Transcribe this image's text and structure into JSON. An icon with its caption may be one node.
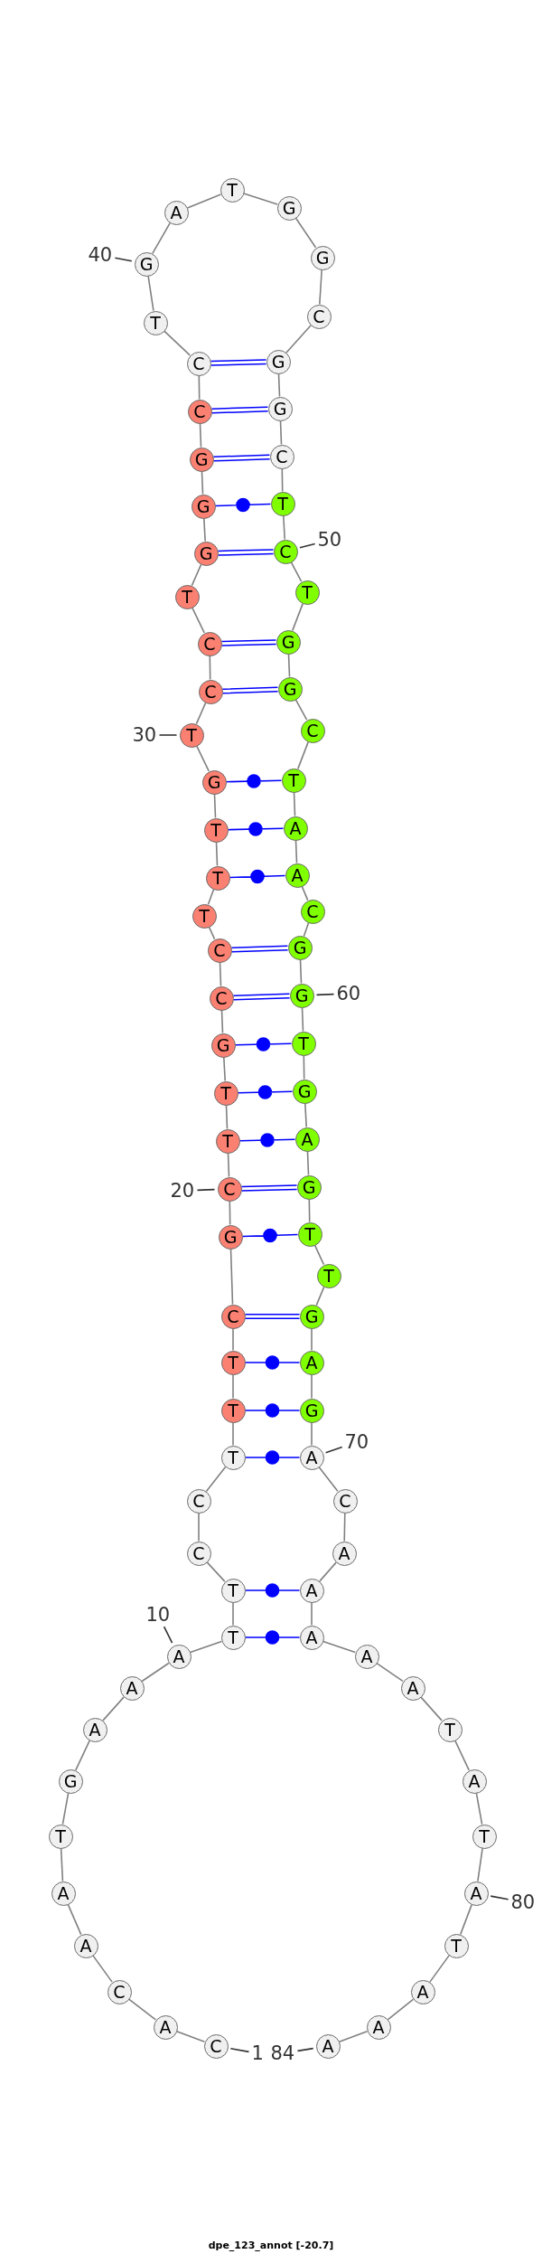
{
  "diagram": {
    "caption": "dpe_123_annot [-20.7]",
    "nodes": [
      {
        "text": [
          "C"
        ]
      },
      {
        "text": [
          "A"
        ]
      },
      {
        "text": [
          "C"
        ]
      },
      {
        "text": [
          "A"
        ]
      },
      {
        "text": [
          "A"
        ]
      },
      {
        "text": [
          "T"
        ]
      },
      {
        "text": [
          "G"
        ]
      },
      {
        "text": [
          "A"
        ]
      },
      {
        "text": [
          "A"
        ]
      },
      {
        "text": [
          "A"
        ]
      },
      {
        "text": [
          "T"
        ]
      },
      {
        "text": [
          "T"
        ]
      },
      {
        "text": [
          "C"
        ]
      },
      {
        "text": [
          "C"
        ]
      },
      {
        "text": [
          "T"
        ]
      },
      {
        "text": [
          "T"
        ]
      },
      {
        "text": [
          "T"
        ]
      },
      {
        "text": [
          "C"
        ]
      },
      {
        "text": [
          "G"
        ]
      },
      {
        "text": [
          "C"
        ]
      },
      {
        "text": [
          "T"
        ]
      },
      {
        "text": [
          "T"
        ]
      },
      {
        "text": [
          "G"
        ]
      },
      {
        "text": [
          "C"
        ]
      },
      {
        "text": [
          "C"
        ]
      },
      {
        "text": [
          "T"
        ]
      },
      {
        "text": [
          "T"
        ]
      },
      {
        "text": [
          "T"
        ]
      },
      {
        "text": [
          "G"
        ]
      },
      {
        "text": [
          "T"
        ]
      },
      {
        "text": [
          "C"
        ]
      },
      {
        "text": [
          "C"
        ]
      },
      {
        "text": [
          "T"
        ]
      },
      {
        "text": [
          "G"
        ]
      },
      {
        "text": [
          "G"
        ]
      },
      {
        "text": [
          "G"
        ]
      },
      {
        "text": [
          "C"
        ]
      },
      {
        "text": [
          "C"
        ]
      },
      {
        "text": [
          "T"
        ]
      },
      {
        "text": [
          "G"
        ]
      },
      {
        "text": [
          "A"
        ]
      },
      {
        "text": [
          "T"
        ]
      },
      {
        "text": [
          "G"
        ]
      },
      {
        "text": [
          "G"
        ]
      },
      {
        "text": [
          "C"
        ]
      },
      {
        "text": [
          "G"
        ]
      },
      {
        "text": [
          "G"
        ]
      },
      {
        "text": [
          "C"
        ]
      },
      {
        "text": [
          "T"
        ]
      },
      {
        "text": [
          "C"
        ]
      },
      {
        "text": [
          "T"
        ]
      },
      {
        "text": [
          "G"
        ]
      },
      {
        "text": [
          "G"
        ]
      },
      {
        "text": [
          "C"
        ]
      },
      {
        "text": [
          "T"
        ]
      },
      {
        "text": [
          "A"
        ]
      },
      {
        "text": [
          "A"
        ]
      },
      {
        "text": [
          "C"
        ]
      },
      {
        "text": [
          "G"
        ]
      },
      {
        "text": [
          "G"
        ]
      },
      {
        "text": [
          "T"
        ]
      },
      {
        "text": [
          "G"
        ]
      },
      {
        "text": [
          "A"
        ]
      },
      {
        "text": [
          "G"
        ]
      },
      {
        "text": [
          "T"
        ]
      },
      {
        "text": [
          "T"
        ]
      },
      {
        "text": [
          "G"
        ]
      },
      {
        "text": [
          "A"
        ]
      },
      {
        "text": [
          "G"
        ]
      },
      {
        "text": [
          "A"
        ]
      },
      {
        "text": [
          "C"
        ]
      },
      {
        "text": [
          "A"
        ]
      },
      {
        "text": [
          "A"
        ]
      },
      {
        "text": [
          "A"
        ]
      },
      {
        "text": [
          "A"
        ]
      },
      {
        "text": [
          "A"
        ]
      },
      {
        "text": [
          "T"
        ]
      },
      {
        "text": [
          "A"
        ]
      },
      {
        "text": [
          "T"
        ]
      },
      {
        "text": [
          "A"
        ]
      },
      {
        "text": [
          "T"
        ]
      },
      {
        "text": [
          "A"
        ]
      },
      {
        "text": [
          "A"
        ]
      },
      {
        "text": [
          "A"
        ]
      },
      {
        "text": [
          "1"
        ]
      },
      {
        "text": [
          "10"
        ]
      },
      {
        "text": [
          "20"
        ]
      },
      {
        "text": [
          "30"
        ]
      },
      {
        "text": [
          "40"
        ]
      },
      {
        "text": [
          "50"
        ]
      },
      {
        "text": [
          "60"
        ]
      },
      {
        "text": [
          "70"
        ]
      },
      {
        "text": [
          "80"
        ]
      },
      {
        "text": [
          "84"
        ]
      }
    ],
    "edges": [
      {
        "from": 0,
        "to": 1,
        "arrow": "none"
      },
      {
        "from": 1,
        "to": 2,
        "arrow": "none"
      },
      {
        "from": 2,
        "to": 3,
        "arrow": "none"
      },
      {
        "from": 3,
        "to": 4,
        "arrow": "none"
      },
      {
        "from": 4,
        "to": 5,
        "arrow": "none"
      },
      {
        "from": 5,
        "to": 6,
        "arrow": "none"
      },
      {
        "from": 6,
        "to": 7,
        "arrow": "none"
      },
      {
        "from": 7,
        "to": 8,
        "arrow": "none"
      },
      {
        "from": 8,
        "to": 9,
        "arrow": "none"
      },
      {
        "from": 9,
        "to": 10,
        "arrow": "none"
      },
      {
        "from": 10,
        "to": 11,
        "arrow": "none"
      },
      {
        "from": 11,
        "to": 12,
        "arrow": "none"
      },
      {
        "from": 12,
        "to": 13,
        "arrow": "none"
      },
      {
        "from": 13,
        "to": 14,
        "arrow": "none"
      },
      {
        "from": 14,
        "to": 15,
        "arrow": "none"
      },
      {
        "from": 15,
        "to": 16,
        "arrow": "none"
      },
      {
        "from": 16,
        "to": 17,
        "arrow": "none"
      },
      {
        "from": 17,
        "to": 18,
        "arrow": "none"
      },
      {
        "from": 18,
        "to": 19,
        "arrow": "none"
      },
      {
        "from": 19,
        "to": 20,
        "arrow": "none"
      },
      {
        "from": 20,
        "to": 21,
        "arrow": "none"
      },
      {
        "from": 21,
        "to": 22,
        "arrow": "none"
      },
      {
        "from": 22,
        "to": 23,
        "arrow": "none"
      },
      {
        "from": 23,
        "to": 24,
        "arrow": "none"
      },
      {
        "from": 24,
        "to": 25,
        "arrow": "none"
      },
      {
        "from": 25,
        "to": 26,
        "arrow": "none"
      },
      {
        "from": 26,
        "to": 27,
        "arrow": "none"
      },
      {
        "from": 27,
        "to": 28,
        "arrow": "none"
      },
      {
        "from": 28,
        "to": 29,
        "arrow": "none"
      },
      {
        "from": 29,
        "to": 30,
        "arrow": "none"
      },
      {
        "from": 30,
        "to": 31,
        "arrow": "none"
      },
      {
        "from": 31,
        "to": 32,
        "arrow": "none"
      },
      {
        "from": 32,
        "to": 33,
        "arrow": "none"
      },
      {
        "from": 33,
        "to": 34,
        "arrow": "none"
      },
      {
        "from": 34,
        "to": 35,
        "arrow": "none"
      },
      {
        "from": 35,
        "to": 36,
        "arrow": "none"
      },
      {
        "from": 36,
        "to": 37,
        "arrow": "none"
      },
      {
        "from": 37,
        "to": 38,
        "arrow": "none"
      },
      {
        "from": 38,
        "to": 39,
        "arrow": "none"
      },
      {
        "from": 39,
        "to": 40,
        "arrow": "none"
      },
      {
        "from": 40,
        "to": 41,
        "arrow": "none"
      },
      {
        "from": 41,
        "to": 42,
        "arrow": "none"
      },
      {
        "from": 42,
        "to": 43,
        "arrow": "none"
      },
      {
        "from": 43,
        "to": 44,
        "arrow": "none"
      },
      {
        "from": 44,
        "to": 45,
        "arrow": "none"
      },
      {
        "from": 45,
        "to": 46,
        "arrow": "none"
      },
      {
        "from": 46,
        "to": 47,
        "arrow": "none"
      },
      {
        "from": 47,
        "to": 48,
        "arrow": "none"
      },
      {
        "from": 48,
        "to": 49,
        "arrow": "none"
      },
      {
        "from": 49,
        "to": 50,
        "arrow": "none"
      },
      {
        "from": 50,
        "to": 51,
        "arrow": "none"
      },
      {
        "from": 51,
        "to": 52,
        "arrow": "none"
      },
      {
        "from": 52,
        "to": 53,
        "arrow": "none"
      },
      {
        "from": 53,
        "to": 54,
        "arrow": "none"
      },
      {
        "from": 54,
        "to": 55,
        "arrow": "none"
      },
      {
        "from": 55,
        "to": 56,
        "arrow": "none"
      },
      {
        "from": 56,
        "to": 57,
        "arrow": "none"
      },
      {
        "from": 57,
        "to": 58,
        "arrow": "none"
      },
      {
        "from": 58,
        "to": 59,
        "arrow": "none"
      },
      {
        "from": 59,
        "to": 60,
        "arrow": "none"
      },
      {
        "from": 60,
        "to": 61,
        "arrow": "none"
      },
      {
        "from": 61,
        "to": 62,
        "arrow": "none"
      },
      {
        "from": 62,
        "to": 63,
        "arrow": "none"
      },
      {
        "from": 63,
        "to": 64,
        "arrow": "none"
      },
      {
        "from": 64,
        "to": 65,
        "arrow": "none"
      },
      {
        "from": 65,
        "to": 66,
        "arrow": "none"
      },
      {
        "from": 66,
        "to": 67,
        "arrow": "none"
      },
      {
        "from": 67,
        "to": 68,
        "arrow": "none"
      },
      {
        "from": 68,
        "to": 69,
        "arrow": "none"
      },
      {
        "from": 69,
        "to": 70,
        "arrow": "none"
      },
      {
        "from": 70,
        "to": 71,
        "arrow": "none"
      },
      {
        "from": 71,
        "to": 72,
        "arrow": "none"
      },
      {
        "from": 72,
        "to": 73,
        "arrow": "none"
      },
      {
        "from": 73,
        "to": 74,
        "arrow": "none"
      },
      {
        "from": 74,
        "to": 75,
        "arrow": "none"
      },
      {
        "from": 75,
        "to": 76,
        "arrow": "none"
      },
      {
        "from": 76,
        "to": 77,
        "arrow": "none"
      },
      {
        "from": 77,
        "to": 78,
        "arrow": "none"
      },
      {
        "from": 78,
        "to": 79,
        "arrow": "none"
      },
      {
        "from": 79,
        "to": 80,
        "arrow": "none"
      },
      {
        "from": 80,
        "to": 81,
        "arrow": "none"
      },
      {
        "from": 81,
        "to": 82,
        "arrow": "none"
      },
      {
        "from": 82,
        "to": 83,
        "arrow": "none"
      },
      {
        "from": 10,
        "to": 73,
        "arrow": "none",
        "color": "#0000ff"
      },
      {
        "from": 11,
        "to": 72,
        "arrow": "none",
        "color": "#0000ff"
      },
      {
        "from": 14,
        "to": 69,
        "arrow": "none",
        "color": "#0000ff"
      },
      {
        "from": 15,
        "to": 68,
        "arrow": "none",
        "color": "#0000ff"
      },
      {
        "from": 16,
        "to": 67,
        "arrow": "none",
        "color": "#0000ff"
      },
      {
        "from": 17,
        "to": 66,
        "arrow": "none",
        "color": "#0000ff"
      },
      {
        "from": 18,
        "to": 64,
        "arrow": "none",
        "color": "#0000ff"
      },
      {
        "from": 19,
        "to": 63,
        "arrow": "none",
        "color": "#0000ff"
      },
      {
        "from": 20,
        "to": 62,
        "arrow": "none",
        "color": "#0000ff"
      },
      {
        "from": 21,
        "to": 61,
        "arrow": "none",
        "color": "#0000ff"
      },
      {
        "from": 22,
        "to": 60,
        "arrow": "none",
        "color": "#0000ff"
      },
      {
        "from": 23,
        "to": 59,
        "arrow": "none",
        "color": "#0000ff"
      },
      {
        "from": 24,
        "to": 58,
        "arrow": "none",
        "color": "#0000ff"
      },
      {
        "from": 26,
        "to": 56,
        "arrow": "none",
        "color": "#0000ff"
      },
      {
        "from": 27,
        "to": 55,
        "arrow": "none",
        "color": "#0000ff"
      },
      {
        "from": 28,
        "to": 54,
        "arrow": "none",
        "color": "#0000ff"
      },
      {
        "from": 30,
        "to": 52,
        "arrow": "none",
        "color": "#0000ff"
      },
      {
        "from": 31,
        "to": 51,
        "arrow": "none",
        "color": "#0000ff"
      },
      {
        "from": 33,
        "to": 49,
        "arrow": "none",
        "color": "#0000ff"
      },
      {
        "from": 34,
        "to": 48,
        "arrow": "none",
        "color": "#0000ff"
      },
      {
        "from": 35,
        "to": 47,
        "arrow": "none",
        "color": "#0000ff"
      },
      {
        "from": 36,
        "to": 46,
        "arrow": "none",
        "color": "#0000ff"
      },
      {
        "from": 37,
        "to": 45,
        "arrow": "none",
        "color": "#0000ff"
      },
      {
        "from": 84,
        "to": 0,
        "arrow": "none",
        "color": "#333333"
      },
      {
        "from": 85,
        "to": 9,
        "arrow": "none",
        "color": "#333333"
      },
      {
        "from": 86,
        "to": 19,
        "arrow": "none",
        "color": "#333333"
      },
      {
        "from": 87,
        "to": 29,
        "arrow": "none",
        "color": "#333333"
      },
      {
        "from": 88,
        "to": 39,
        "arrow": "none",
        "color": "#333333"
      },
      {
        "from": 89,
        "to": 49,
        "arrow": "none",
        "color": "#333333"
      },
      {
        "from": 90,
        "to": 59,
        "arrow": "none",
        "color": "#333333"
      },
      {
        "from": 91,
        "to": 69,
        "arrow": "none",
        "color": "#333333"
      },
      {
        "from": 92,
        "to": 79,
        "arrow": "none",
        "color": "#333333"
      },
      {
        "from": 93,
        "to": 83,
        "arrow": "none",
        "color": "#333333"
      }
    ]
  }
}
